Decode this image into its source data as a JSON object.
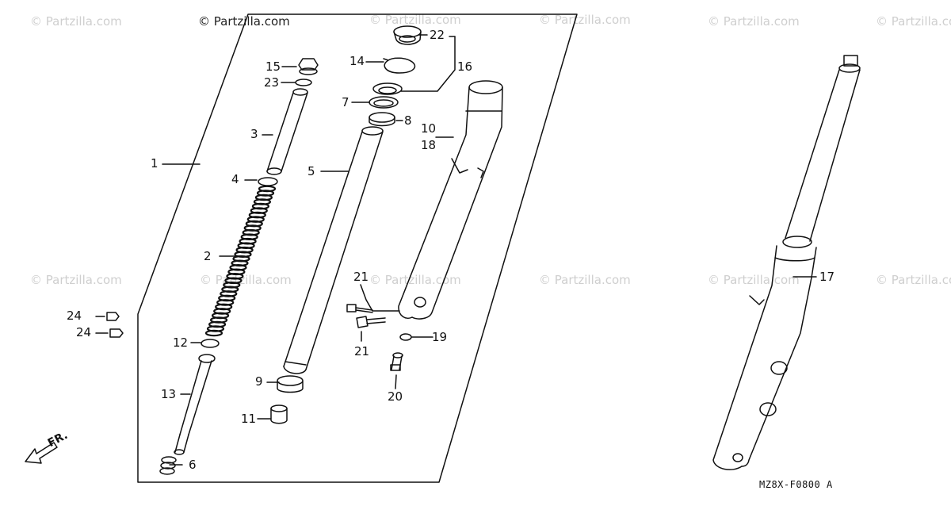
{
  "watermark": {
    "brand_text": "© Partzilla.com",
    "main_text": "© Partzilla.com"
  },
  "diagram": {
    "part_labels": {
      "p1": "1",
      "p2": "2",
      "p3": "3",
      "p4": "4",
      "p5": "5",
      "p6": "6",
      "p7": "7",
      "p8": "8",
      "p9": "9",
      "p10": "10",
      "p11": "11",
      "p12": "12",
      "p13": "13",
      "p14": "14",
      "p15": "15",
      "p16": "16",
      "p17": "17",
      "p18": "18",
      "p19": "19",
      "p20": "20",
      "p21a": "21",
      "p21b": "21",
      "p22": "22",
      "p23": "23",
      "p24a": "24",
      "p24b": "24"
    },
    "front_marker": "FR.",
    "drawing_code": "MZ8X-F0800 A"
  },
  "colors": {
    "line": "#111111",
    "watermark": "#cfcfcf"
  }
}
